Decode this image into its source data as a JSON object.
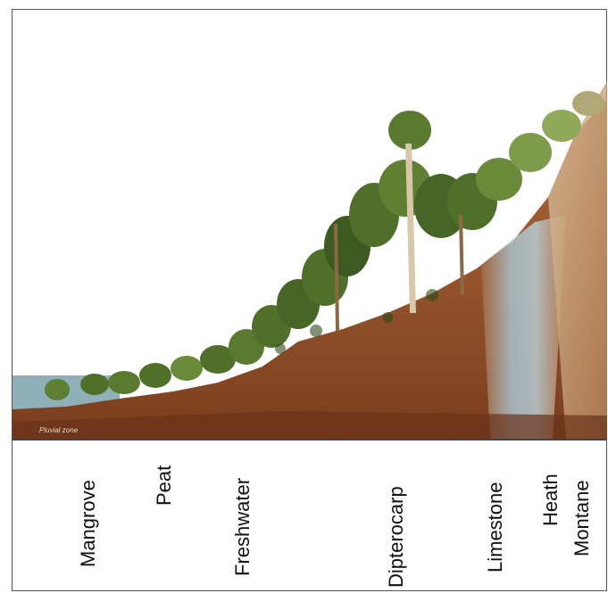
{
  "figure": {
    "caption_small": "Pluvial zone",
    "zones": [
      {
        "label": "Mangrove"
      },
      {
        "label": "Peat"
      },
      {
        "label": "Freshwater"
      },
      {
        "label": "Dipterocarp"
      },
      {
        "label": "Limestone"
      },
      {
        "label": "Heath"
      },
      {
        "label": "Montane"
      }
    ],
    "colors": {
      "sky": "#ffffff",
      "water": "#7fa7b5",
      "soil_dark": "#6b3a1d",
      "soil_mid": "#a5623a",
      "soil_light": "#c9a27a",
      "limestone": "#a8c3d0",
      "foliage_dark": "#3d5a22",
      "foliage_mid": "#5f7f33",
      "foliage_light": "#8fa85a"
    }
  }
}
